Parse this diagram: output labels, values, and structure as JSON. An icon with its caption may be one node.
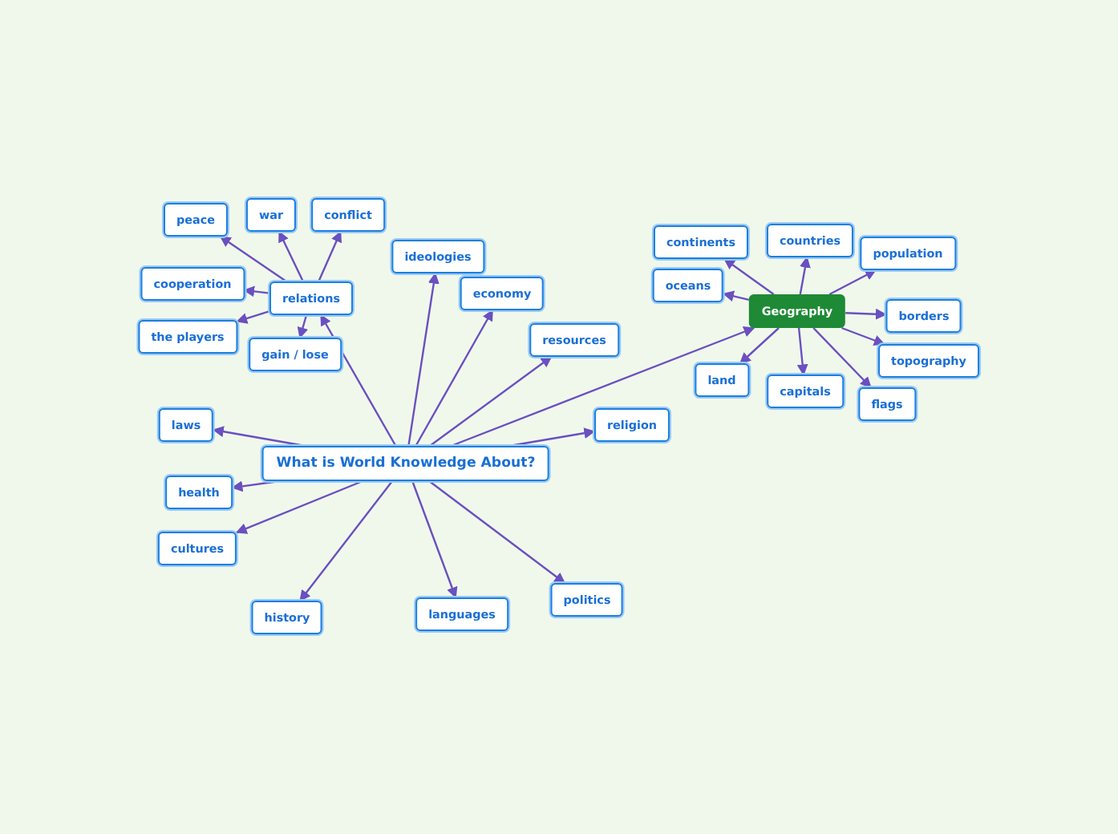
{
  "diagram": {
    "nodes": [
      {
        "text": [
          "What is World Knowledge About?"
        ]
      },
      {
        "text": [
          "relations"
        ]
      },
      {
        "text": [
          "peace"
        ]
      },
      {
        "text": [
          "war"
        ]
      },
      {
        "text": [
          "conflict"
        ]
      },
      {
        "text": [
          "cooperation"
        ]
      },
      {
        "text": [
          "the players"
        ]
      },
      {
        "text": [
          "gain / lose"
        ]
      },
      {
        "text": [
          "ideologies"
        ]
      },
      {
        "text": [
          "economy"
        ]
      },
      {
        "text": [
          "resources"
        ]
      },
      {
        "text": [
          "religion"
        ]
      },
      {
        "text": [
          "laws"
        ]
      },
      {
        "text": [
          "health"
        ]
      },
      {
        "text": [
          "cultures"
        ]
      },
      {
        "text": [
          "history"
        ]
      },
      {
        "text": [
          "languages"
        ]
      },
      {
        "text": [
          "politics"
        ]
      },
      {
        "text": [
          "Geography"
        ]
      },
      {
        "text": [
          "continents"
        ]
      },
      {
        "text": [
          "countries"
        ]
      },
      {
        "text": [
          "population"
        ]
      },
      {
        "text": [
          "oceans"
        ]
      },
      {
        "text": [
          "borders"
        ]
      },
      {
        "text": [
          "topography"
        ]
      },
      {
        "text": [
          "land"
        ]
      },
      {
        "text": [
          "capitals"
        ]
      },
      {
        "text": [
          "flags"
        ]
      }
    ],
    "edges": [
      {
        "from": 0,
        "to": 1,
        "arrow": "to"
      },
      {
        "from": 1,
        "to": 2,
        "arrow": "to"
      },
      {
        "from": 1,
        "to": 3,
        "arrow": "to"
      },
      {
        "from": 1,
        "to": 4,
        "arrow": "to"
      },
      {
        "from": 1,
        "to": 5,
        "arrow": "to"
      },
      {
        "from": 1,
        "to": 6,
        "arrow": "to"
      },
      {
        "from": 1,
        "to": 7,
        "arrow": "to"
      },
      {
        "from": 0,
        "to": 8,
        "arrow": "to"
      },
      {
        "from": 0,
        "to": 9,
        "arrow": "to"
      },
      {
        "from": 0,
        "to": 10,
        "arrow": "to"
      },
      {
        "from": 0,
        "to": 11,
        "arrow": "to"
      },
      {
        "from": 0,
        "to": 12,
        "arrow": "to"
      },
      {
        "from": 0,
        "to": 13,
        "arrow": "to"
      },
      {
        "from": 0,
        "to": 14,
        "arrow": "to"
      },
      {
        "from": 0,
        "to": 15,
        "arrow": "to"
      },
      {
        "from": 0,
        "to": 16,
        "arrow": "to"
      },
      {
        "from": 0,
        "to": 17,
        "arrow": "to"
      },
      {
        "from": 0,
        "to": 18,
        "arrow": "to"
      },
      {
        "from": 18,
        "to": 19,
        "arrow": "to"
      },
      {
        "from": 18,
        "to": 20,
        "arrow": "to"
      },
      {
        "from": 18,
        "to": 21,
        "arrow": "to"
      },
      {
        "from": 18,
        "to": 22,
        "arrow": "to"
      },
      {
        "from": 18,
        "to": 23,
        "arrow": "to"
      },
      {
        "from": 18,
        "to": 24,
        "arrow": "to"
      },
      {
        "from": 18,
        "to": 25,
        "arrow": "to"
      },
      {
        "from": 18,
        "to": 26,
        "arrow": "to"
      },
      {
        "from": 18,
        "to": 27,
        "arrow": "to"
      }
    ]
  }
}
